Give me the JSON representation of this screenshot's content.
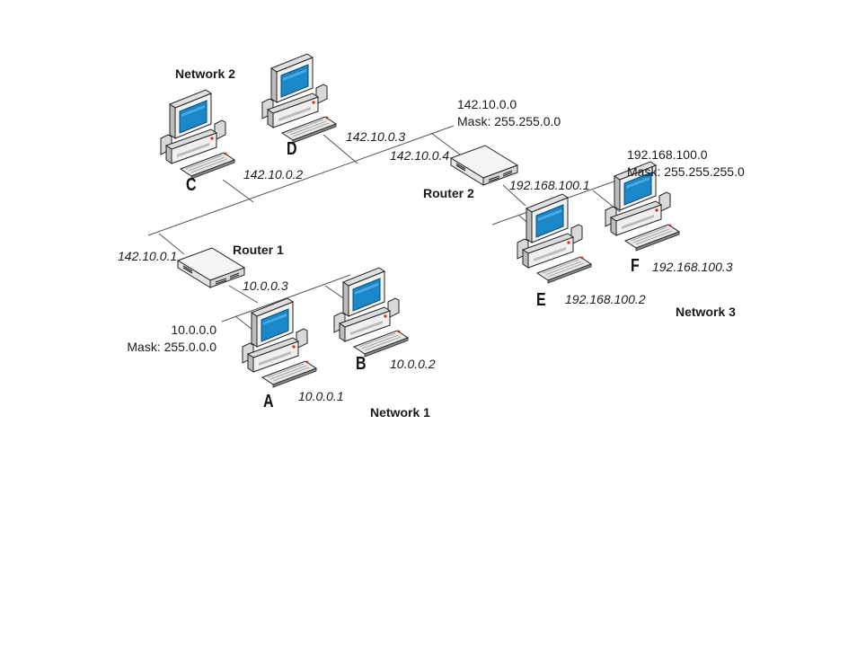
{
  "networks": {
    "n1": {
      "title": "Network 1",
      "address": "10.0.0.0",
      "mask": "Mask: 255.0.0.0"
    },
    "n2": {
      "title": "Network 2",
      "address": "142.10.0.0",
      "mask": "Mask: 255.255.0.0"
    },
    "n3": {
      "title": "Network 3",
      "address": "192.168.100.0",
      "mask": "Mask: 255.255.255.0"
    }
  },
  "routers": {
    "r1": {
      "label": "Router 1",
      "ip_net2": "142.10.0.1",
      "ip_net1": "10.0.0.3"
    },
    "r2": {
      "label": "Router 2",
      "ip_net2": "142.10.0.4",
      "ip_net3": "192.168.100.1"
    }
  },
  "hosts": {
    "a": {
      "letter": "A",
      "ip": "10.0.0.1"
    },
    "b": {
      "letter": "B",
      "ip": "10.0.0.2"
    },
    "c": {
      "letter": "C",
      "ip": "142.10.0.2"
    },
    "d": {
      "letter": "D",
      "ip": "142.10.0.3"
    },
    "e": {
      "letter": "E",
      "ip": "192.168.100.2"
    },
    "f": {
      "letter": "F",
      "ip": "192.168.100.3"
    }
  },
  "colors": {
    "screen": "#1a87c8",
    "line": "#555555",
    "outline": "#222222",
    "case": "#f0f0f0",
    "shade": "#bdbdbd",
    "led": "#e02020"
  }
}
